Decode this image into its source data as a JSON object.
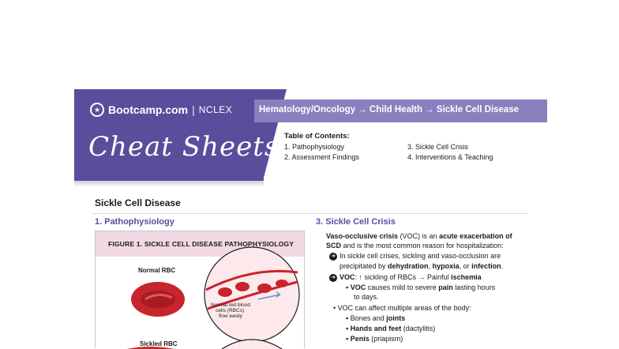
{
  "header": {
    "brand_name": "Bootcamp.com",
    "brand_separator": "|",
    "brand_sub": "NCLEX",
    "script_title": "Cheat Sheets",
    "breadcrumb": "Hematology/Oncology → Child Health → Sickle Cell Disease"
  },
  "toc": {
    "title": "Table of Contents:",
    "items": [
      "1.  Pathophysiology",
      "2.  Assessment Findings",
      "3.  Sickle Cell Crisis",
      "4.  Interventions & Teaching"
    ]
  },
  "doc_title": "Sickle Cell Disease",
  "section1": {
    "heading": "1. Pathophysiology",
    "figure_caption": "FIGURE 1. SICKLE CELL DISEASE PATHOPHYSIOLOGY",
    "normal_label": "Normal RBC",
    "vessel_label_1": "Normal red blood",
    "vessel_label_2": "cells (RBCs)",
    "vessel_label_3": "flow easily",
    "sickled_label": "Sickled RBC"
  },
  "section3": {
    "heading": "3. Sickle Cell Crisis",
    "intro_1_bold": "Vaso-occlusive crisis",
    "intro_1_a": " (VOC) is an ",
    "intro_1_b_bold": "acute exacerbation of",
    "intro_2_bold": "SCD",
    "intro_2": " and is the most common reason for hospitalization:",
    "b1_line1": "In sickle cell crises, sickling and vaso-occlusion are",
    "b1_line2_a": "precipitated by ",
    "b1_dehydration": "dehydration",
    "b1_comma": ", ",
    "b1_hypoxia": "hypoxia",
    "b1_or": ", or ",
    "b1_infection": "infection",
    "b1_end": ".",
    "b2_voc": "VOC",
    "b2_mid": ": ↑ sickling of RBCs → Painful ",
    "b2_ischemia": "ischemia",
    "b3_voc": "VOC",
    "b3_mid": " causes mild to severe ",
    "b3_pain": "pain",
    "b3_end": " lasting hours",
    "b3_line2": "to days.",
    "b4": "VOC can affect multiple areas of the body:",
    "b5_a": "Bones and ",
    "b5_b": "joints",
    "b6_a": "Hands and feet",
    "b6_b": " (dactylitis)",
    "b7_a": "Penis",
    "b7_b": " (priapism)"
  },
  "colors": {
    "brand_purple": "#5a4d9b",
    "crumb_purple": "#8b7fc0",
    "caption_pink": "#f2d9e3",
    "rbc_red": "#c8242b"
  }
}
